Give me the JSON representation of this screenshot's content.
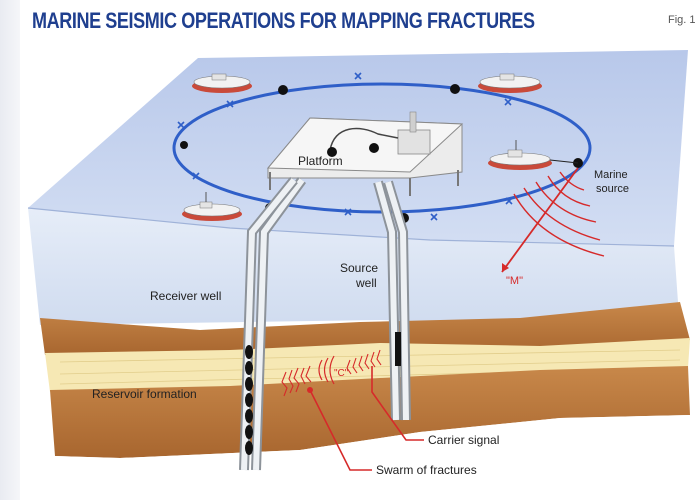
{
  "title": "Marine seismic operations for mapping fractures",
  "figure_label": "Fig. 1",
  "labels": {
    "platform": "Platform",
    "marine_source_line1": "Marine",
    "marine_source_line2": "source",
    "source_well_line1": "Source",
    "source_well_line2": "well",
    "receiver_well": "Receiver well",
    "reservoir_formation": "Reservoir formation",
    "carrier_signal": "Carrier signal",
    "swarm_of_fractures": "Swarm of fractures",
    "m_marker": "\"M\"",
    "c_marker": "\"C\""
  },
  "colors": {
    "title": "#1f3f8f",
    "sea_surface": "#c6d3ee",
    "water_column": "#d9e3f3",
    "ring": "#2f5fc8",
    "sediment_brown": "#b8743c",
    "reservoir": "#f6e8b4",
    "signal_red": "#d62a2a"
  }
}
